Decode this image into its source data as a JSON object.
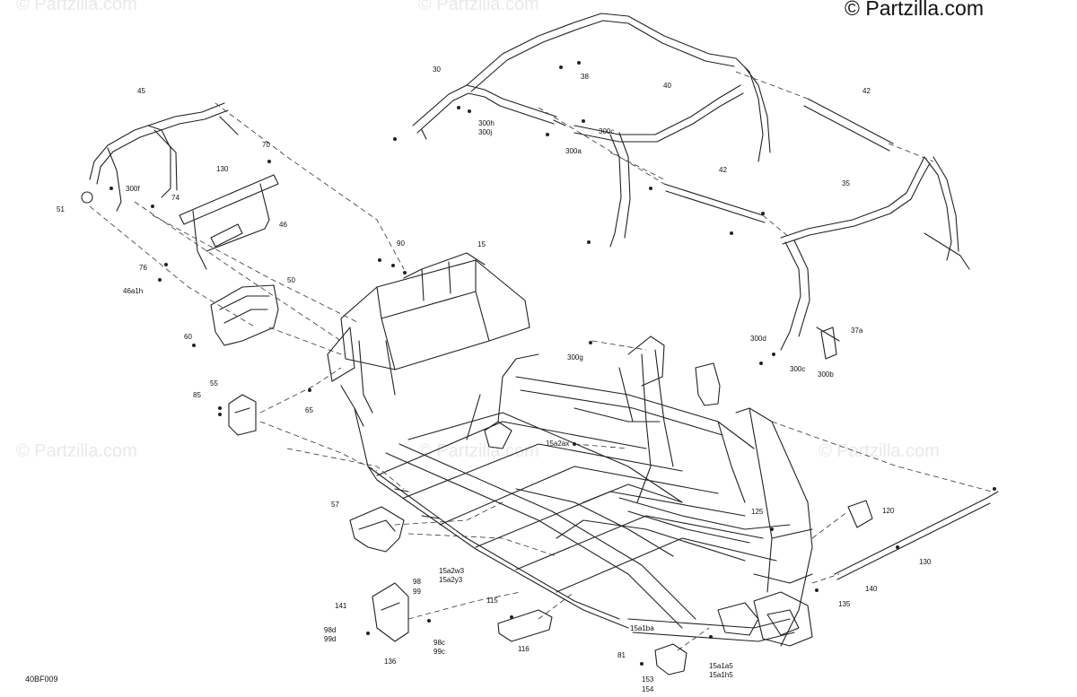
{
  "diagram": {
    "brand": "© Partzilla.com",
    "watermark": "© Partzilla.com",
    "diagram_code": "40BF009",
    "colors": {
      "line": "#222222",
      "leader": "#333333",
      "fill": "#ffffff",
      "shade": "#dcdcdc",
      "watermark": "#e9e9e9"
    }
  },
  "callouts": [
    "45",
    "70",
    "130",
    "300f",
    "74",
    "51",
    "46",
    "76",
    "46a1h",
    "50",
    "60",
    "55",
    "85",
    "65",
    "90",
    "15",
    "30",
    "38",
    "40",
    "42",
    "300h",
    "300j",
    "300c",
    "300a",
    "35",
    "300d",
    "300c",
    "300b",
    "37a",
    "300g",
    "15a2ax",
    "57",
    "125",
    "120",
    "130",
    "140",
    "135",
    "15a2w3",
    "15a2y3",
    "98",
    "99",
    "141",
    "98d",
    "99d",
    "136",
    "98c",
    "99c",
    "115",
    "116",
    "15a1ba",
    "81",
    "153",
    "154",
    "15a1a5",
    "15a1h5"
  ]
}
